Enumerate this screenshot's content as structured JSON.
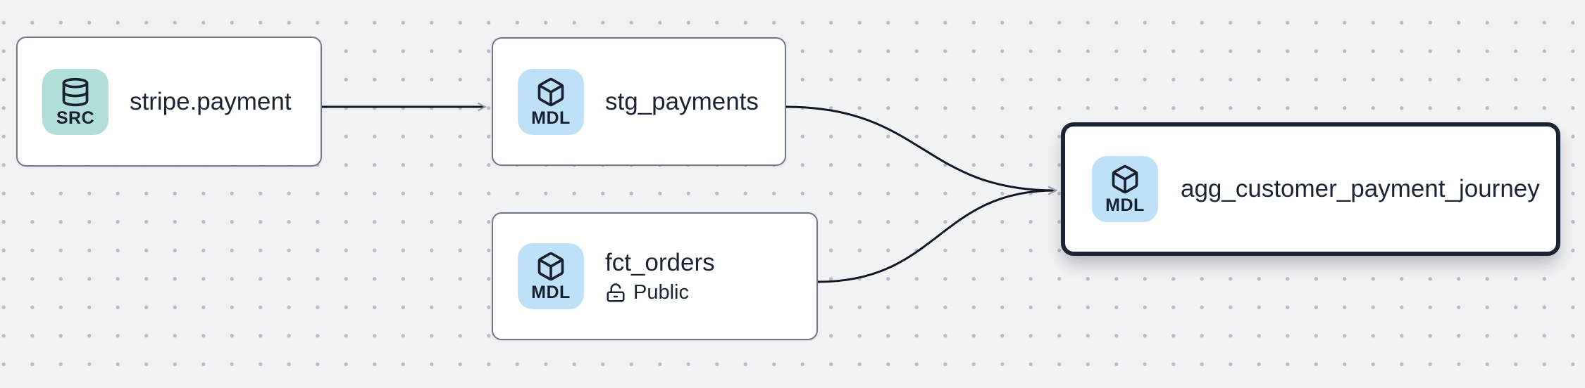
{
  "diagram": {
    "type": "data-lineage-graph",
    "nodes": {
      "stripe_payment": {
        "title": "stripe.payment",
        "badge": "SRC",
        "icon": "database-icon",
        "kind": "source",
        "selected": false
      },
      "stg_payments": {
        "title": "stg_payments",
        "badge": "MDL",
        "icon": "box-icon",
        "kind": "model",
        "selected": false
      },
      "fct_orders": {
        "title": "fct_orders",
        "badge": "MDL",
        "icon": "box-icon",
        "kind": "model",
        "access": "Public",
        "access_icon": "lock-open-icon",
        "selected": false
      },
      "agg_customer_payment_journey": {
        "title": "agg_customer_payment_journey",
        "badge": "MDL",
        "icon": "box-icon",
        "kind": "model",
        "selected": true
      }
    },
    "edges": [
      {
        "from": "stripe.payment",
        "to": "stg_payments"
      },
      {
        "from": "stg_payments",
        "to": "agg_customer_payment_journey"
      },
      {
        "from": "fct_orders",
        "to": "agg_customer_payment_journey"
      }
    ],
    "colors": {
      "background": "#f1f2f4",
      "grid_dot": "#b6bbc5",
      "node_background": "#ffffff",
      "node_border": "#6e7888",
      "selected_node_border": "#1b2433",
      "edge_line": "#101826",
      "arrowhead": "#99a0ad",
      "src_badge_background": "#b2ded9",
      "mdl_badge_background": "#bfe1f7",
      "text": "#1a2433"
    }
  }
}
